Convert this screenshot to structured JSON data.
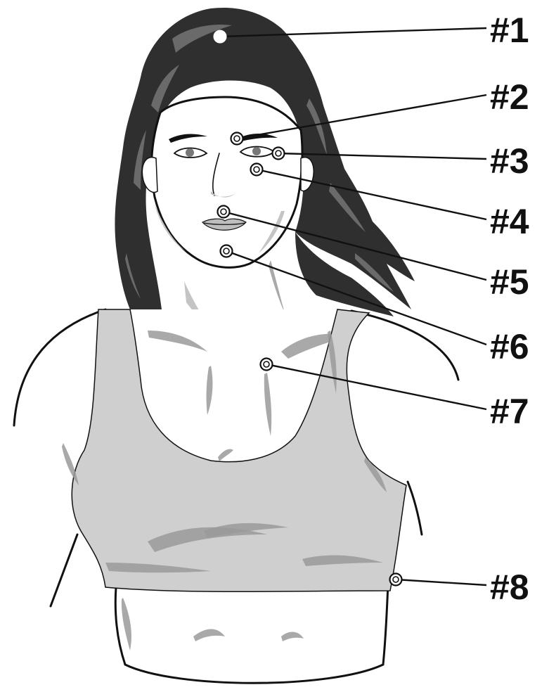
{
  "labels": [
    "#1",
    "#2",
    "#3",
    "#4",
    "#5",
    "#6",
    "#7",
    "#8"
  ],
  "colors": {
    "hair": "#2f2f2f",
    "hair_highlight": "#6a6a6a",
    "skin": "#ffffff",
    "garment": "#cfcfcf",
    "outline": "#111111",
    "marker_fill": "#ffffff"
  }
}
